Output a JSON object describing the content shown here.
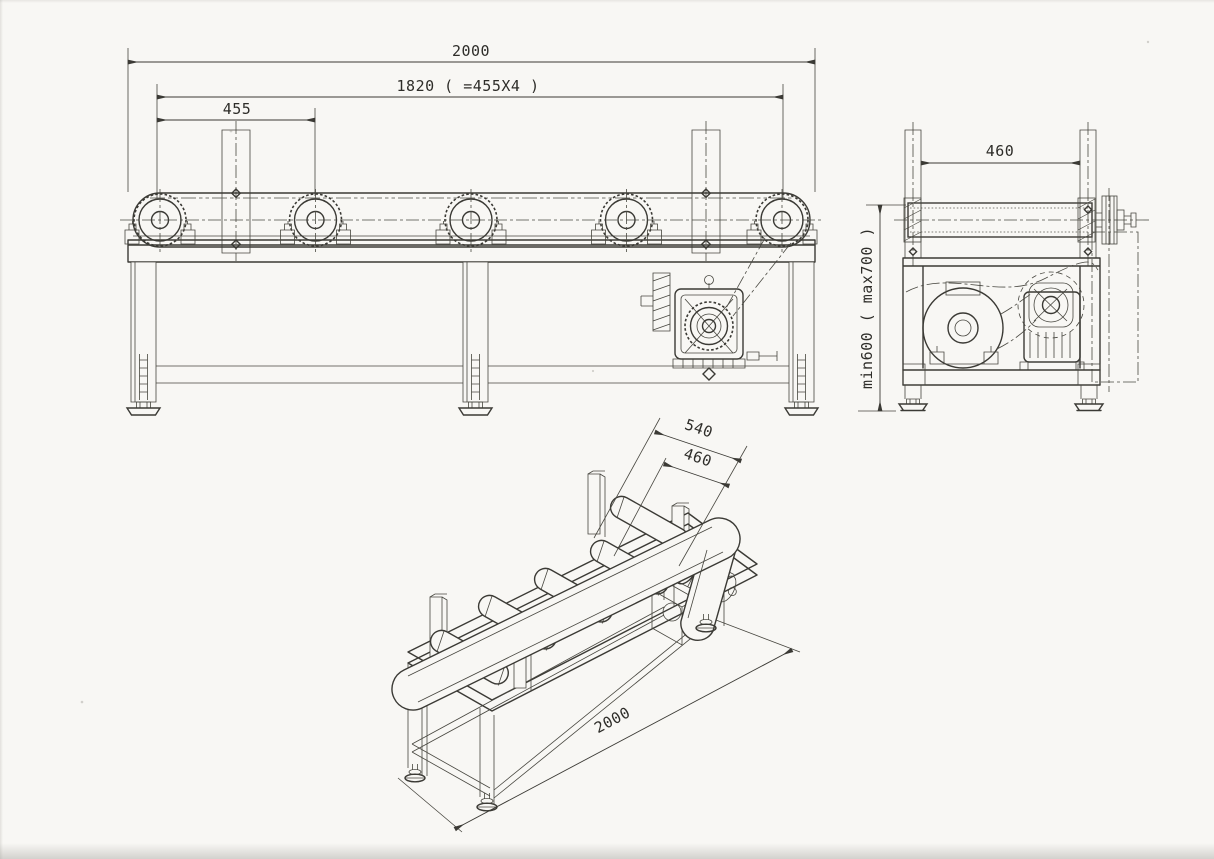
{
  "drawing_type": "technical-engineering-drawing",
  "subject": "chain-driven roller conveyor with motor and gearbox drive",
  "views": {
    "front": {
      "name": "front-elevation",
      "dims": {
        "overall_length": "2000",
        "sprocket_span": "1820 ( =455X4 )",
        "sprocket_pitch": "455"
      }
    },
    "side": {
      "name": "side-elevation",
      "dims": {
        "roller_face_width": "460",
        "belt_height": "min600 ( max700 )"
      }
    },
    "iso": {
      "name": "isometric-view",
      "dims": {
        "frame_outer_width": "540",
        "roller_face_width": "460",
        "overall_length": "2000"
      }
    },
    "colors": {
      "ink": "#3b3a35",
      "paper": "#f8f7f4",
      "scan_shadow": "#a5a39e"
    }
  }
}
